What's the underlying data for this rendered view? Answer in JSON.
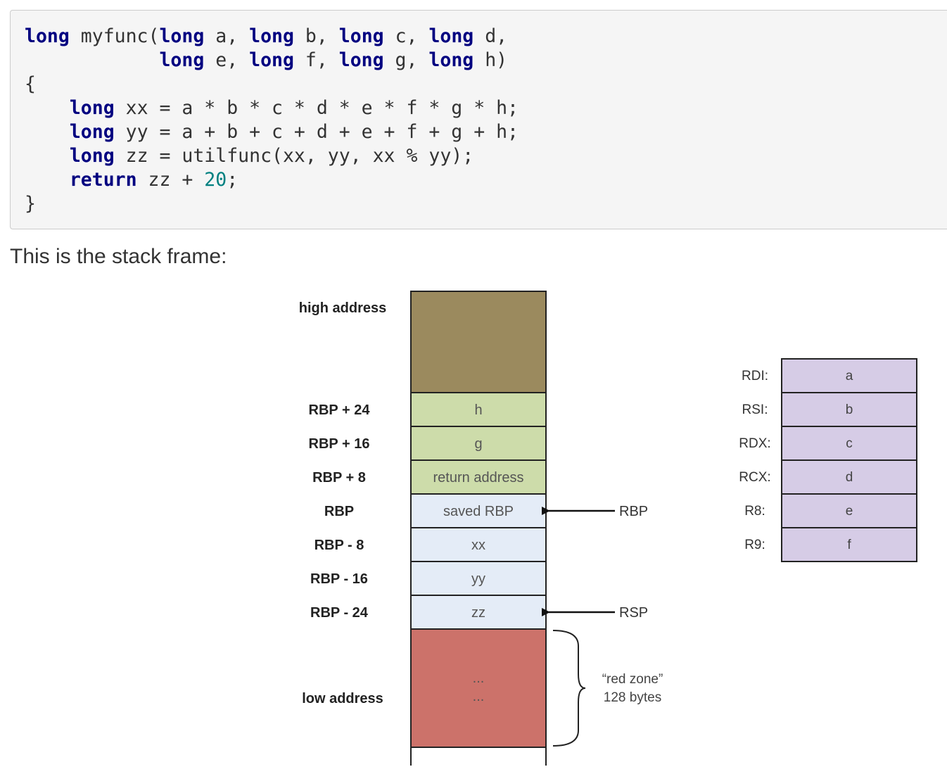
{
  "code": {
    "lines": [
      [
        {
          "t": "long",
          "k": 1
        },
        {
          "t": " myfunc("
        },
        {
          "t": "long",
          "k": 1
        },
        {
          "t": " a, "
        },
        {
          "t": "long",
          "k": 1
        },
        {
          "t": " b, "
        },
        {
          "t": "long",
          "k": 1
        },
        {
          "t": " c, "
        },
        {
          "t": "long",
          "k": 1
        },
        {
          "t": " d,"
        }
      ],
      [
        {
          "t": "            "
        },
        {
          "t": "long",
          "k": 1
        },
        {
          "t": " e, "
        },
        {
          "t": "long",
          "k": 1
        },
        {
          "t": " f, "
        },
        {
          "t": "long",
          "k": 1
        },
        {
          "t": " g, "
        },
        {
          "t": "long",
          "k": 1
        },
        {
          "t": " h)"
        }
      ],
      [
        {
          "t": "{"
        }
      ],
      [
        {
          "t": "    "
        },
        {
          "t": "long",
          "k": 1
        },
        {
          "t": " xx = a * b * c * d * e * f * g * h;"
        }
      ],
      [
        {
          "t": "    "
        },
        {
          "t": "long",
          "k": 1
        },
        {
          "t": " yy = a + b + c + d + e + f + g + h;"
        }
      ],
      [
        {
          "t": "    "
        },
        {
          "t": "long",
          "k": 1
        },
        {
          "t": " zz = utilfunc(xx, yy, xx % yy);"
        }
      ],
      [
        {
          "t": "    "
        },
        {
          "t": "return",
          "k": 1
        },
        {
          "t": " zz + "
        },
        {
          "t": "20",
          "n": 1
        },
        {
          "t": ";"
        }
      ],
      [
        {
          "t": "}"
        }
      ]
    ]
  },
  "intro_text": "This is the stack frame:",
  "diagram": {
    "high_label": "high address",
    "low_label": "low address",
    "stack": [
      {
        "label": "RBP + 24",
        "value": "h",
        "color": "#cddcaa"
      },
      {
        "label": "RBP + 16",
        "value": "g",
        "color": "#cddcaa"
      },
      {
        "label": "RBP + 8",
        "value": "return address",
        "color": "#cddcaa"
      },
      {
        "label": "RBP",
        "value": "saved RBP",
        "color": "#e4ecf7"
      },
      {
        "label": "RBP - 8",
        "value": "xx",
        "color": "#e4ecf7"
      },
      {
        "label": "RBP - 16",
        "value": "yy",
        "color": "#e4ecf7"
      },
      {
        "label": "RBP - 24",
        "value": "zz",
        "color": "#e4ecf7"
      }
    ],
    "high_color": "#9b8a5e",
    "red_zone": {
      "color": "#cc726a",
      "dots": [
        "...",
        "..."
      ],
      "note": [
        "“red zone”",
        "128 bytes"
      ]
    },
    "pointers": [
      {
        "target_row": 3,
        "label": "RBP"
      },
      {
        "target_row": 6,
        "label": "RSP"
      }
    ],
    "registers": [
      {
        "name": "RDI:",
        "value": "a"
      },
      {
        "name": "RSI:",
        "value": "b"
      },
      {
        "name": "RDX:",
        "value": "c"
      },
      {
        "name": "RCX:",
        "value": "d"
      },
      {
        "name": "R8:",
        "value": "e"
      },
      {
        "name": "R9:",
        "value": "f"
      }
    ],
    "register_color": "#d6cce6"
  }
}
